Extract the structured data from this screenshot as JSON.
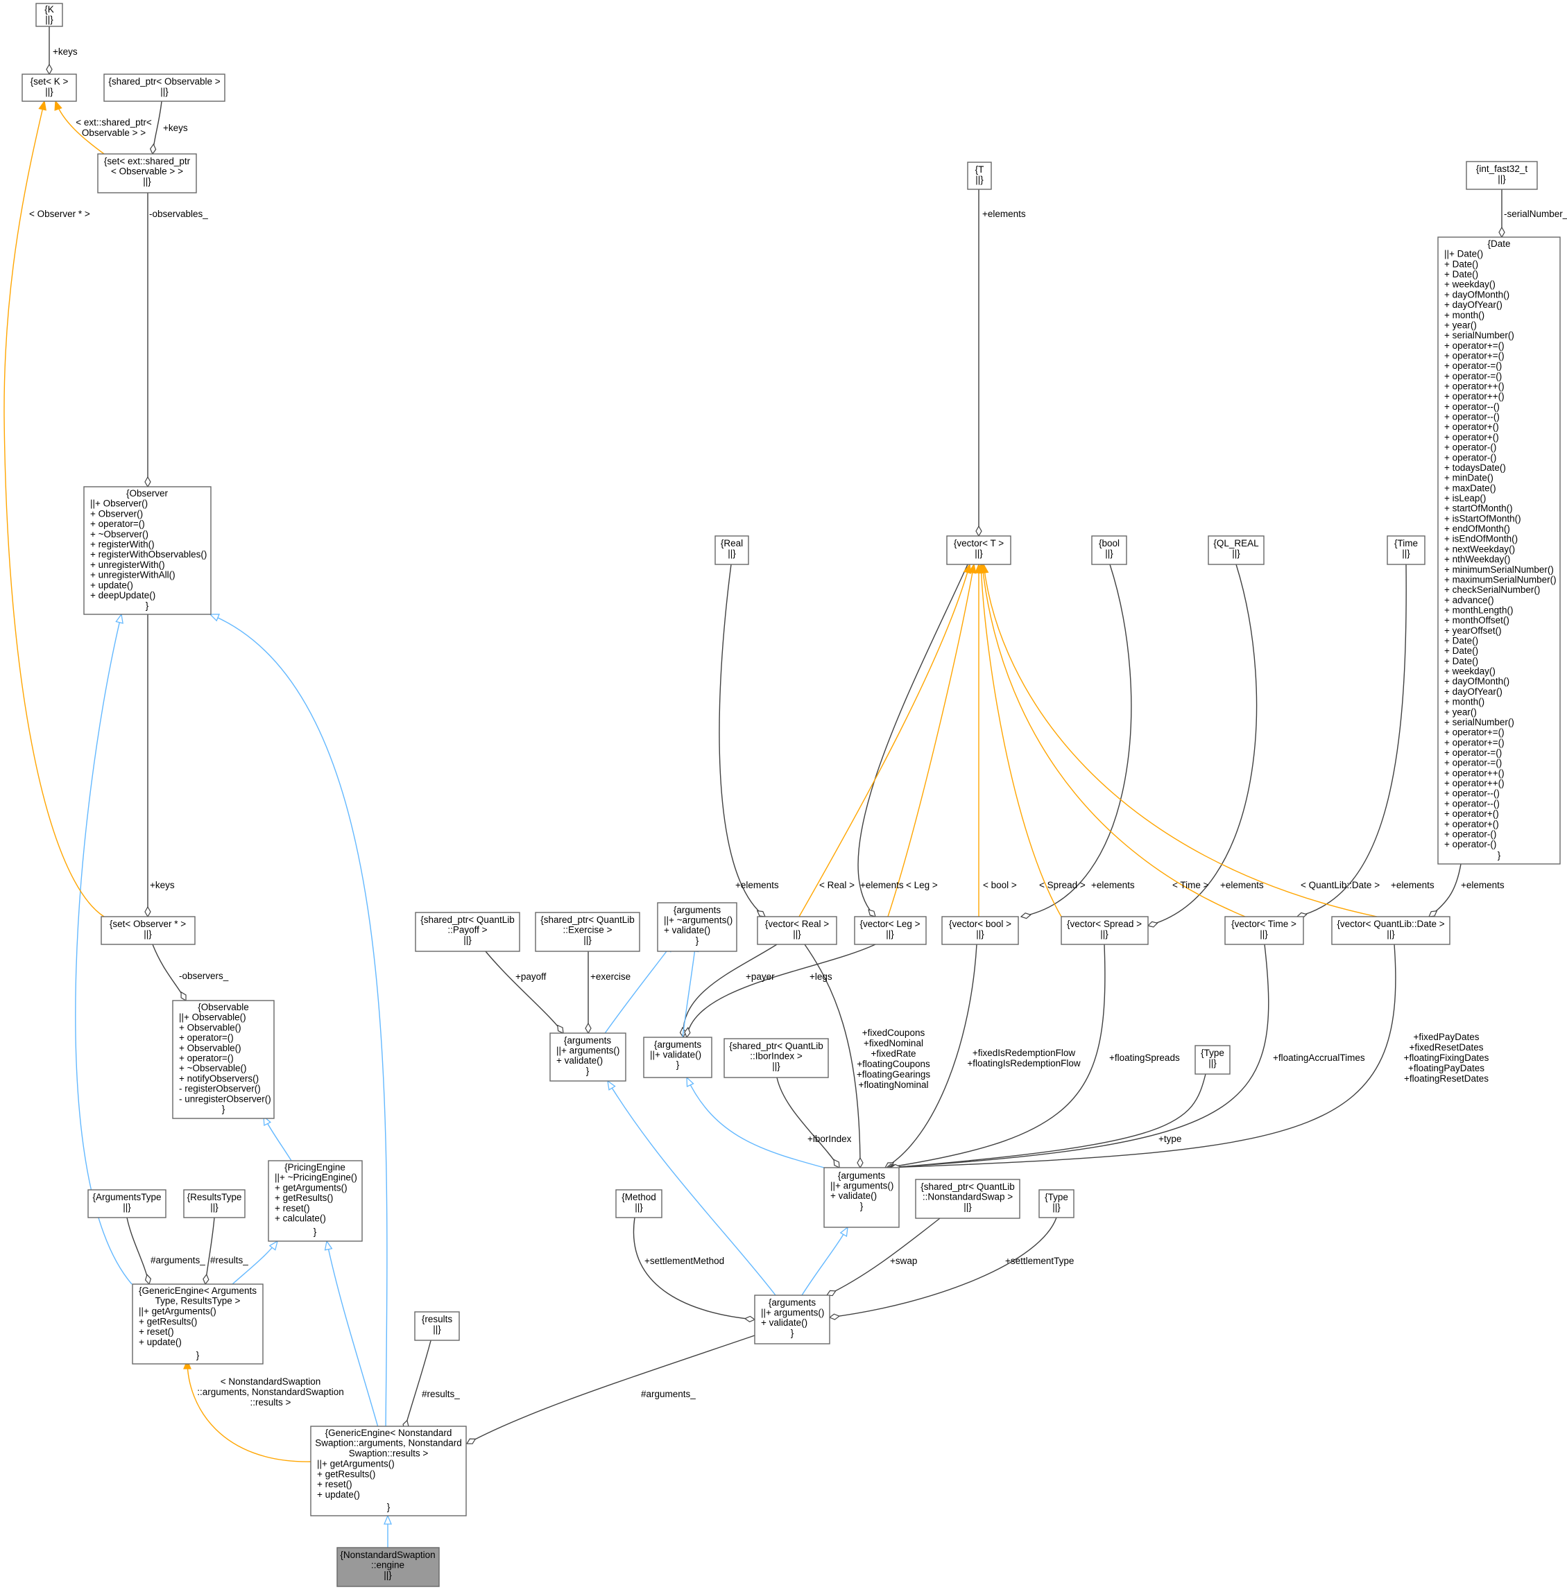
{
  "nodes": {
    "K": [
      "{K",
      "||}"
    ],
    "setK": [
      "{set< K >",
      "||}"
    ],
    "spObs": [
      "{shared_ptr< Observable >",
      "||}"
    ],
    "setSpObs": [
      "{set< ext::shared_ptr",
      "< Observable > >",
      "||}"
    ],
    "Observer": [
      "{Observer",
      "||+ Observer()",
      "+ Observer()",
      "+ operator=()",
      "+ ~Observer()",
      "+ registerWith()",
      "+ registerWithObservables()",
      "+ unregisterWith()",
      "+ unregisterWithAll()",
      "+ update()",
      "+ deepUpdate()",
      "}"
    ],
    "setObsPtr": [
      "{set< Observer * >",
      "||}"
    ],
    "Observable": [
      "{Observable",
      "||+ Observable()",
      "+ Observable()",
      "+ operator=()",
      "+ Observable()",
      "+ operator=()",
      "+ ~Observable()",
      "+ notifyObservers()",
      "- registerObserver()",
      "- unregisterObserver()",
      "}"
    ],
    "PricingEngine": [
      "{PricingEngine",
      "||+ ~PricingEngine()",
      "+ getArguments()",
      "+ getResults()",
      "+ reset()",
      "+ calculate()",
      "}"
    ],
    "ArgumentsType": [
      "{ArgumentsType",
      "||}"
    ],
    "ResultsType": [
      "{ResultsType",
      "||}"
    ],
    "GenericEngineT": [
      "{GenericEngine< Arguments",
      "Type, ResultsType >",
      "||+ getArguments()",
      "+ getResults()",
      "+ reset()",
      "+ update()",
      "}"
    ],
    "results": [
      "{results",
      "||}"
    ],
    "GenericEngineNS": [
      "{GenericEngine< Nonstandard",
      "Swaption::arguments, Nonstandard",
      "Swaption::results >",
      "||+ getArguments()",
      "+ getResults()",
      "+ reset()",
      "+ update()",
      "}"
    ],
    "NSEngine": [
      "{NonstandardSwaption",
      "::engine",
      "||}"
    ],
    "spPayoff": [
      "{shared_ptr< QuantLib",
      "::Payoff >",
      "||}"
    ],
    "spExercise": [
      "{shared_ptr< QuantLib",
      "::Exercise >",
      "||}"
    ],
    "argsBase": [
      "{arguments",
      "||+ ~arguments()",
      "+ validate()",
      "}"
    ],
    "argsOpt": [
      "{arguments",
      "||+ arguments()",
      "+ validate()",
      "}"
    ],
    "argsSwapBase": [
      "{arguments",
      "||+ validate()",
      "}"
    ],
    "spIbor": [
      "{shared_ptr< QuantLib",
      "::IborIndex >",
      "||}"
    ],
    "argsNSSwap": [
      "{arguments",
      "||+ arguments()",
      "+ validate()",
      "}"
    ],
    "Method": [
      "{Method",
      "||}"
    ],
    "spNSSwap": [
      "{shared_ptr< QuantLib",
      "::NonstandardSwap >",
      "||}"
    ],
    "Type1": [
      "{Type",
      "||}"
    ],
    "Type2": [
      "{Type",
      "||}"
    ],
    "argsSwaption": [
      "{arguments",
      "||+ arguments()",
      "+ validate()",
      "}"
    ],
    "T": [
      "{T",
      "||}"
    ],
    "vecT": [
      "{vector< T >",
      "||}"
    ],
    "Real": [
      "{Real",
      "||}"
    ],
    "bool": [
      "{bool",
      "||}"
    ],
    "QLREAL": [
      "{QL_REAL",
      "||}"
    ],
    "Time": [
      "{Time",
      "||}"
    ],
    "intf": [
      "{int_fast32_t",
      "||}"
    ],
    "Date": [
      "{Date",
      "||+ Date()",
      "+ Date()",
      "+ Date()",
      "+ weekday()",
      "+ dayOfMonth()",
      "+ dayOfYear()",
      "+ month()",
      "+ year()",
      "+ serialNumber()",
      "+ operator+=()",
      "+ operator+=()",
      "+ operator-=()",
      "+ operator-=()",
      "+ operator++()",
      "+ operator++()",
      "+ operator--()",
      "+ operator--()",
      "+ operator+()",
      "+ operator+()",
      "+ operator-()",
      "+ operator-()",
      "+ todaysDate()",
      "+ minDate()",
      "+ maxDate()",
      "+ isLeap()",
      "+ startOfMonth()",
      "+ isStartOfMonth()",
      "+ endOfMonth()",
      "+ isEndOfMonth()",
      "+ nextWeekday()",
      "+ nthWeekday()",
      "+ minimumSerialNumber()",
      "+ maximumSerialNumber()",
      "+ checkSerialNumber()",
      "+ advance()",
      "+ monthLength()",
      "+ monthOffset()",
      "+ yearOffset()",
      "+ Date()",
      "+ Date()",
      "+ Date()",
      "+ weekday()",
      "+ dayOfMonth()",
      "+ dayOfYear()",
      "+ month()",
      "+ year()",
      "+ serialNumber()",
      "+ operator+=()",
      "+ operator+=()",
      "+ operator-=()",
      "+ operator-=()",
      "+ operator++()",
      "+ operator++()",
      "+ operator--()",
      "+ operator--()",
      "+ operator+()",
      "+ operator+()",
      "+ operator-()",
      "+ operator-()",
      "}"
    ],
    "vecReal": [
      "{vector< Real >",
      "||}"
    ],
    "vecLeg": [
      "{vector< Leg >",
      "||}"
    ],
    "vecBool": [
      "{vector< bool >",
      "||}"
    ],
    "vecSpread": [
      "{vector< Spread >",
      "||}"
    ],
    "vecTime": [
      "{vector< Time >",
      "||}"
    ],
    "vecDate": [
      "{vector< QuantLib::Date >",
      "||}"
    ]
  },
  "edge_labels": {
    "keysK": [
      "+keys"
    ],
    "keysSp": [
      "+keys"
    ],
    "extSp": [
      "< ext::shared_ptr<",
      "Observable > >"
    ],
    "obsStar": [
      "< Observer * >"
    ],
    "observables": [
      "-observables_"
    ],
    "keysObs": [
      "+keys"
    ],
    "observers": [
      "-observers_"
    ],
    "arguments1": [
      "#arguments_"
    ],
    "results1": [
      "#results_"
    ],
    "nsTpl": [
      "< NonstandardSwaption",
      "::arguments, NonstandardSwaption",
      "::results >"
    ],
    "results2": [
      "#results_"
    ],
    "arguments2": [
      "#arguments_"
    ],
    "payoff": [
      "+payoff"
    ],
    "exercise": [
      "+exercise"
    ],
    "payer": [
      "+payer"
    ],
    "legs": [
      "+legs"
    ],
    "fixedCoupons": [
      "+fixedCoupons",
      "+fixedNominal",
      "+fixedRate",
      "+floatingCoupons",
      "+floatingGearings",
      "+floatingNominal"
    ],
    "redemption": [
      "+fixedIsRedemptionFlow",
      "+floatingIsRedemptionFlow"
    ],
    "floatingSpreads": [
      "+floatingSpreads"
    ],
    "accrual": [
      "+floatingAccrualTimes"
    ],
    "dates": [
      "+fixedPayDates",
      "+fixedResetDates",
      "+floatingFixingDates",
      "+floatingPayDates",
      "+floatingResetDates"
    ],
    "iborIndex": [
      "+iborIndex"
    ],
    "typeLbl": [
      "+type"
    ],
    "settlementMethod": [
      "+settlementMethod"
    ],
    "swap": [
      "+swap"
    ],
    "settlementType": [
      "+settlementType"
    ],
    "elemT": [
      "+elements"
    ],
    "elemReal": [
      "+elements"
    ],
    "tplReal": [
      "< Real >"
    ],
    "elemLeg": [
      "+elements"
    ],
    "tplLeg": [
      "< Leg >"
    ],
    "tplBool": [
      "< bool >"
    ],
    "elemBool": [
      "+elements"
    ],
    "tplSpread": [
      "< Spread >"
    ],
    "tplTime": [
      "< Time >"
    ],
    "elemSpread": [
      "+elements"
    ],
    "tplDate": [
      "< QuantLib::Date >"
    ],
    "elemTime": [
      "+elements"
    ],
    "elemDate": [
      "+elements"
    ],
    "serial": [
      "-serialNumber_"
    ]
  },
  "colors": {
    "association": "#404040",
    "inheritance": "#63b8ff",
    "template_instance": "#ffa500",
    "highlight_fill": "#999999"
  }
}
